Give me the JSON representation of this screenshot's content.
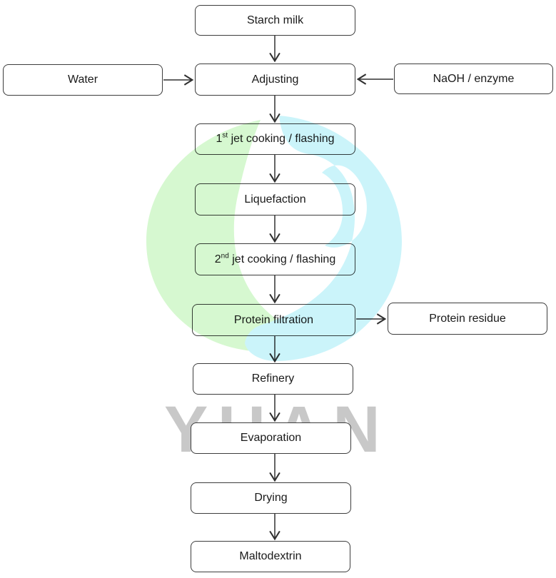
{
  "nodes": {
    "starch_milk": {
      "label": "Starch milk"
    },
    "water": {
      "label": "Water"
    },
    "adjusting": {
      "label": "Adjusting"
    },
    "naoh_enzyme": {
      "label": "NaOH / enzyme"
    },
    "jet1": {
      "num": "1",
      "sup": "st",
      "rest": " jet cooking / flashing"
    },
    "liquefaction": {
      "label": "Liquefaction"
    },
    "jet2": {
      "num": "2",
      "sup": "nd",
      "rest": " jet cooking / flashing"
    },
    "protein_filtration": {
      "label": "Protein filtration"
    },
    "protein_residue": {
      "label": "Protein residue"
    },
    "refinery": {
      "label": "Refinery"
    },
    "evaporation": {
      "label": "Evaporation"
    },
    "drying": {
      "label": "Drying"
    },
    "maltodextrin": {
      "label": "Maltodextrin"
    }
  },
  "edges": [
    {
      "from": "starch_milk",
      "to": "adjusting"
    },
    {
      "from": "water",
      "to": "adjusting"
    },
    {
      "from": "naoh_enzyme",
      "to": "adjusting"
    },
    {
      "from": "adjusting",
      "to": "jet1"
    },
    {
      "from": "jet1",
      "to": "liquefaction"
    },
    {
      "from": "liquefaction",
      "to": "jet2"
    },
    {
      "from": "jet2",
      "to": "protein_filtration"
    },
    {
      "from": "protein_filtration",
      "to": "protein_residue"
    },
    {
      "from": "protein_filtration",
      "to": "refinery"
    },
    {
      "from": "refinery",
      "to": "evaporation"
    },
    {
      "from": "evaporation",
      "to": "drying"
    },
    {
      "from": "drying",
      "to": "maltodextrin"
    }
  ],
  "watermark": {
    "text": "YUAN",
    "text_color": "#c8c8c8",
    "logo_green": "#d6f8d0",
    "logo_cyan": "#cbf4fa"
  },
  "style_colors": {
    "box_border": "#3d3d3d",
    "box_text": "#1a1a1a",
    "arrow": "#303030",
    "background": "#ffffff"
  }
}
